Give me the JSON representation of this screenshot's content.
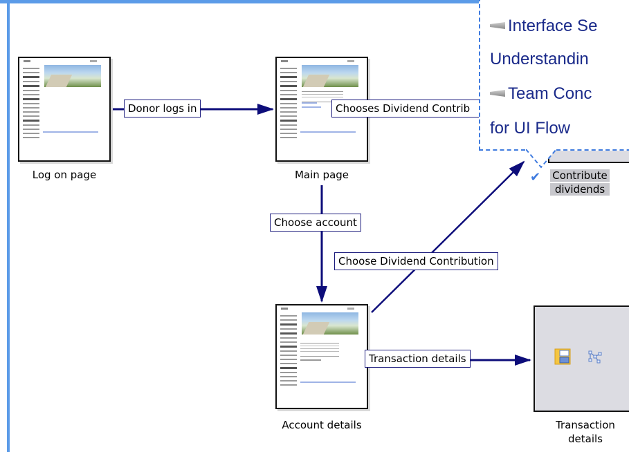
{
  "nodes": {
    "log_on": {
      "label": "Log on page"
    },
    "main": {
      "label": "Main page"
    },
    "account_details": {
      "label": "Account details"
    },
    "contribute": {
      "label_line1": "Contribute",
      "label_line2": "dividends"
    },
    "transaction": {
      "label_line1": "Transaction",
      "label_line2": "details"
    }
  },
  "edges": {
    "donor_logs_in": "Donor logs in",
    "chooses_dividend": "Chooses Dividend Contrib",
    "choose_account": "Choose account",
    "choose_dividend_contribution": "Choose Dividend Contribution",
    "transaction_details": "Transaction details"
  },
  "tooltip": {
    "line1": "Interface Se",
    "line2": "Understandin",
    "line3": "Team Conc",
    "line4": "for UI Flow"
  },
  "colors": {
    "frame": "#5b9be8",
    "arrow": "#0d0d7a",
    "tooltip_border": "#3f7bdf",
    "tooltip_text": "#1a2a8a"
  }
}
